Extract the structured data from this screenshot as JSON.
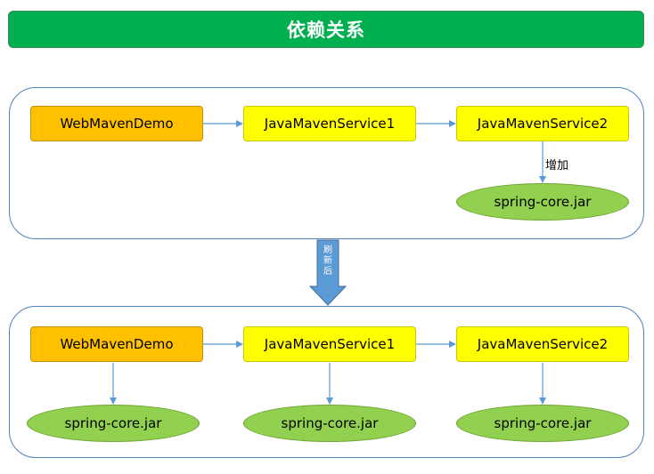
{
  "title": "依赖关系",
  "top_panel": {
    "nodes": [
      "WebMavenDemo",
      "JavaMavenService1",
      "JavaMavenService2"
    ],
    "jar": "spring-core.jar",
    "edge_label": "增加"
  },
  "refresh_arrow_label": "刷新后",
  "bottom_panel": {
    "nodes": [
      "WebMavenDemo",
      "JavaMavenService1",
      "JavaMavenService2"
    ],
    "jars": [
      "spring-core.jar",
      "spring-core.jar",
      "spring-core.jar"
    ]
  },
  "colors": {
    "title_bar": "#00b050",
    "root_node": "#ffc000",
    "service_node": "#ffff00",
    "jar": "#92d050",
    "connector": "#5b9bd5",
    "panel_border": "#4f81bd"
  }
}
